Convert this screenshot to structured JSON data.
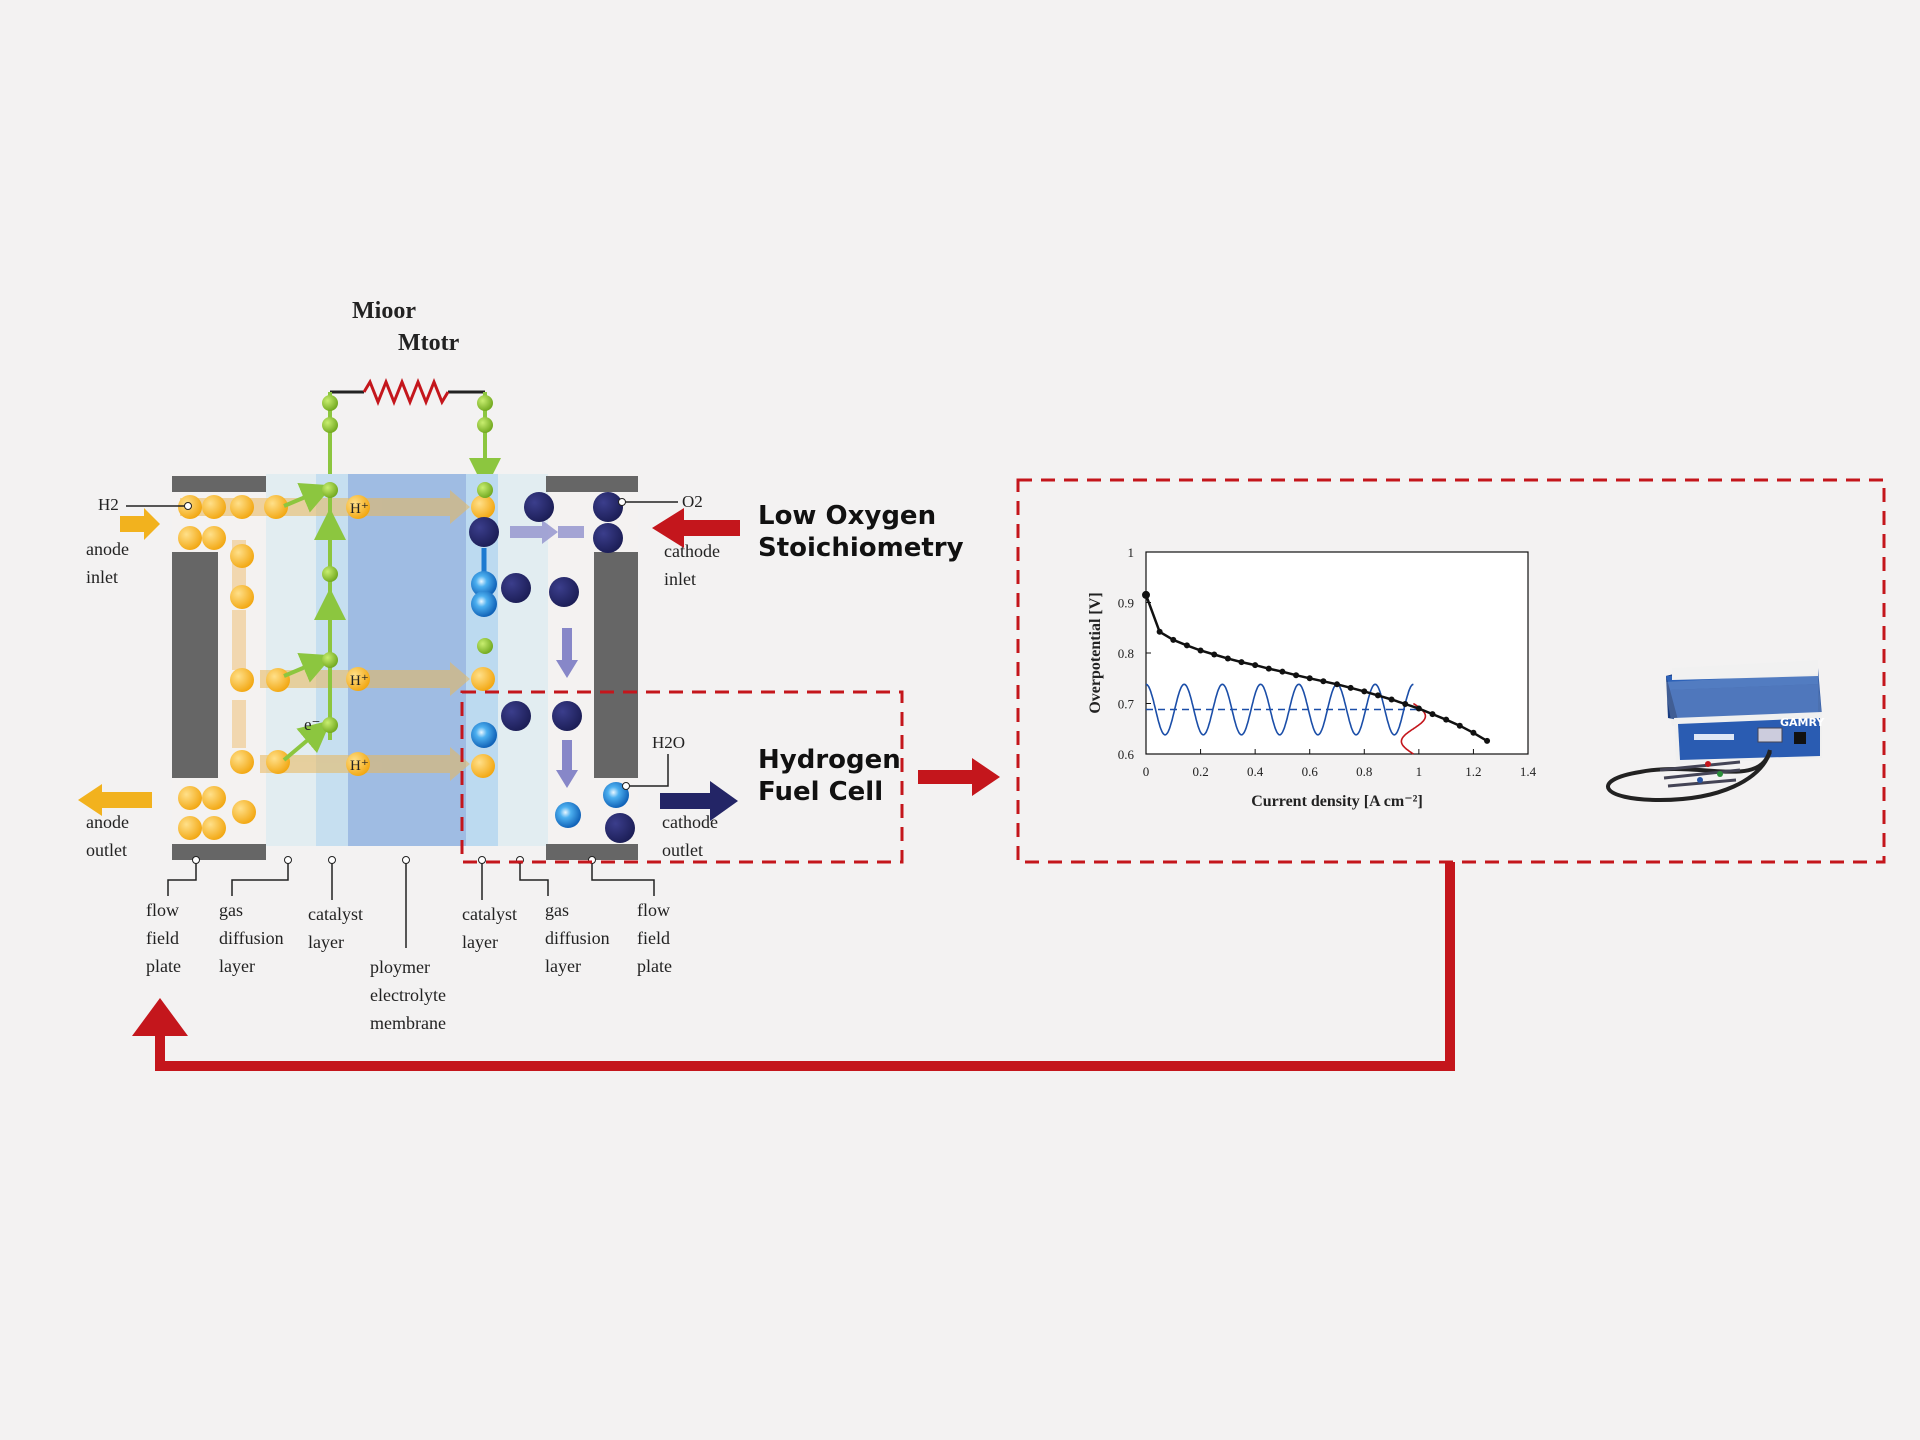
{
  "load": {
    "label_line1": "Mioor",
    "label_line2": "Mtotr"
  },
  "gases": {
    "h2": "H2",
    "o2": "O2",
    "h2o": "H2O"
  },
  "ions": {
    "proton": "H⁺",
    "electron": "e⁻"
  },
  "ports": {
    "anode_inlet": [
      "anode",
      "inlet"
    ],
    "anode_outlet": [
      "anode",
      "outlet"
    ],
    "cathode_inlet": [
      "cathode",
      "inlet"
    ],
    "cathode_outlet": [
      "cathode",
      "outlet"
    ]
  },
  "layers": [
    {
      "lines": [
        "flow",
        "field",
        "plate"
      ]
    },
    {
      "lines": [
        "gas",
        "diffusion",
        "layer"
      ]
    },
    {
      "lines": [
        "catalyst",
        "layer"
      ]
    },
    {
      "lines": [
        "ploymer",
        "electrolyte",
        "membrane"
      ]
    },
    {
      "lines": [
        "catalyst",
        "layer"
      ]
    },
    {
      "lines": [
        "gas",
        "diffusion",
        "layer"
      ]
    },
    {
      "lines": [
        "flow",
        "field",
        "plate"
      ]
    }
  ],
  "callouts": {
    "low_oxygen": [
      "Low Oxygen",
      "Stoichiometry"
    ],
    "fuel_cell": [
      "Hydrogen",
      "Fuel Cell"
    ]
  },
  "colors": {
    "red": "#c4161c",
    "hydrogen": "#f2b21e",
    "oxygen": "#232566",
    "water": "#1d7ad0",
    "electron": "#8cc63f",
    "membrane": "#8fb3e0",
    "plate": "#666666",
    "curve": "#111111",
    "sine": "#1b4ea8"
  },
  "device_icon": "potentiostat-device-icon",
  "chart_data": {
    "type": "line",
    "title": "",
    "xlabel": "Current density [A cm⁻²]",
    "ylabel": "Overpotential [V]",
    "xlim": [
      0,
      1.4
    ],
    "ylim": [
      0.6,
      1.0
    ],
    "xticks": [
      "0",
      "0.2",
      "0.4",
      "0.6",
      "0.8",
      "1",
      "1.2",
      "1.4"
    ],
    "yticks": [
      "0.6",
      "0.7",
      "0.8",
      "0.9",
      "1"
    ],
    "series": [
      {
        "x": [
          0,
          0.05,
          0.1,
          0.15,
          0.2,
          0.25,
          0.3,
          0.35,
          0.4,
          0.45,
          0.5,
          0.55,
          0.6,
          0.65,
          0.7,
          0.75,
          0.8,
          0.85,
          0.9,
          0.95,
          1.0,
          1.05,
          1.1,
          1.15,
          1.2,
          1.25
        ],
        "y": [
          0.915,
          0.842,
          0.826,
          0.815,
          0.805,
          0.797,
          0.789,
          0.782,
          0.776,
          0.769,
          0.763,
          0.756,
          0.75,
          0.744,
          0.738,
          0.731,
          0.724,
          0.716,
          0.708,
          0.699,
          0.69,
          0.679,
          0.668,
          0.656,
          0.642,
          0.626
        ]
      }
    ],
    "reference_line_y": 0.688,
    "sine": {
      "amplitude": 0.05,
      "x_start": 0,
      "x_end": 0.98,
      "cycles": 7
    }
  }
}
